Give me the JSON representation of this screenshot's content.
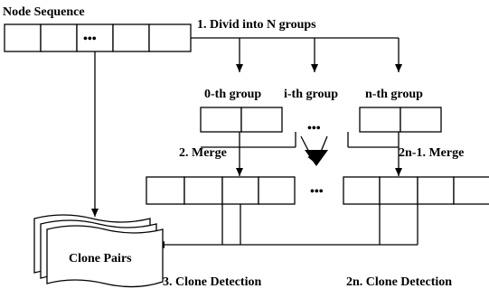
{
  "labels": {
    "node_sequence": "Node Sequence",
    "step1": "1. Divid into N groups",
    "group0": "0-th group",
    "groupi": "i-th group",
    "groupn": "n-th group",
    "step2": "2. Merge",
    "step2n1": "2n-1. Merge",
    "clone_pairs": "Clone Pairs",
    "step3": "3. Clone Detection",
    "step2n": "2n. Clone Detection",
    "ellipsis": "•••"
  }
}
